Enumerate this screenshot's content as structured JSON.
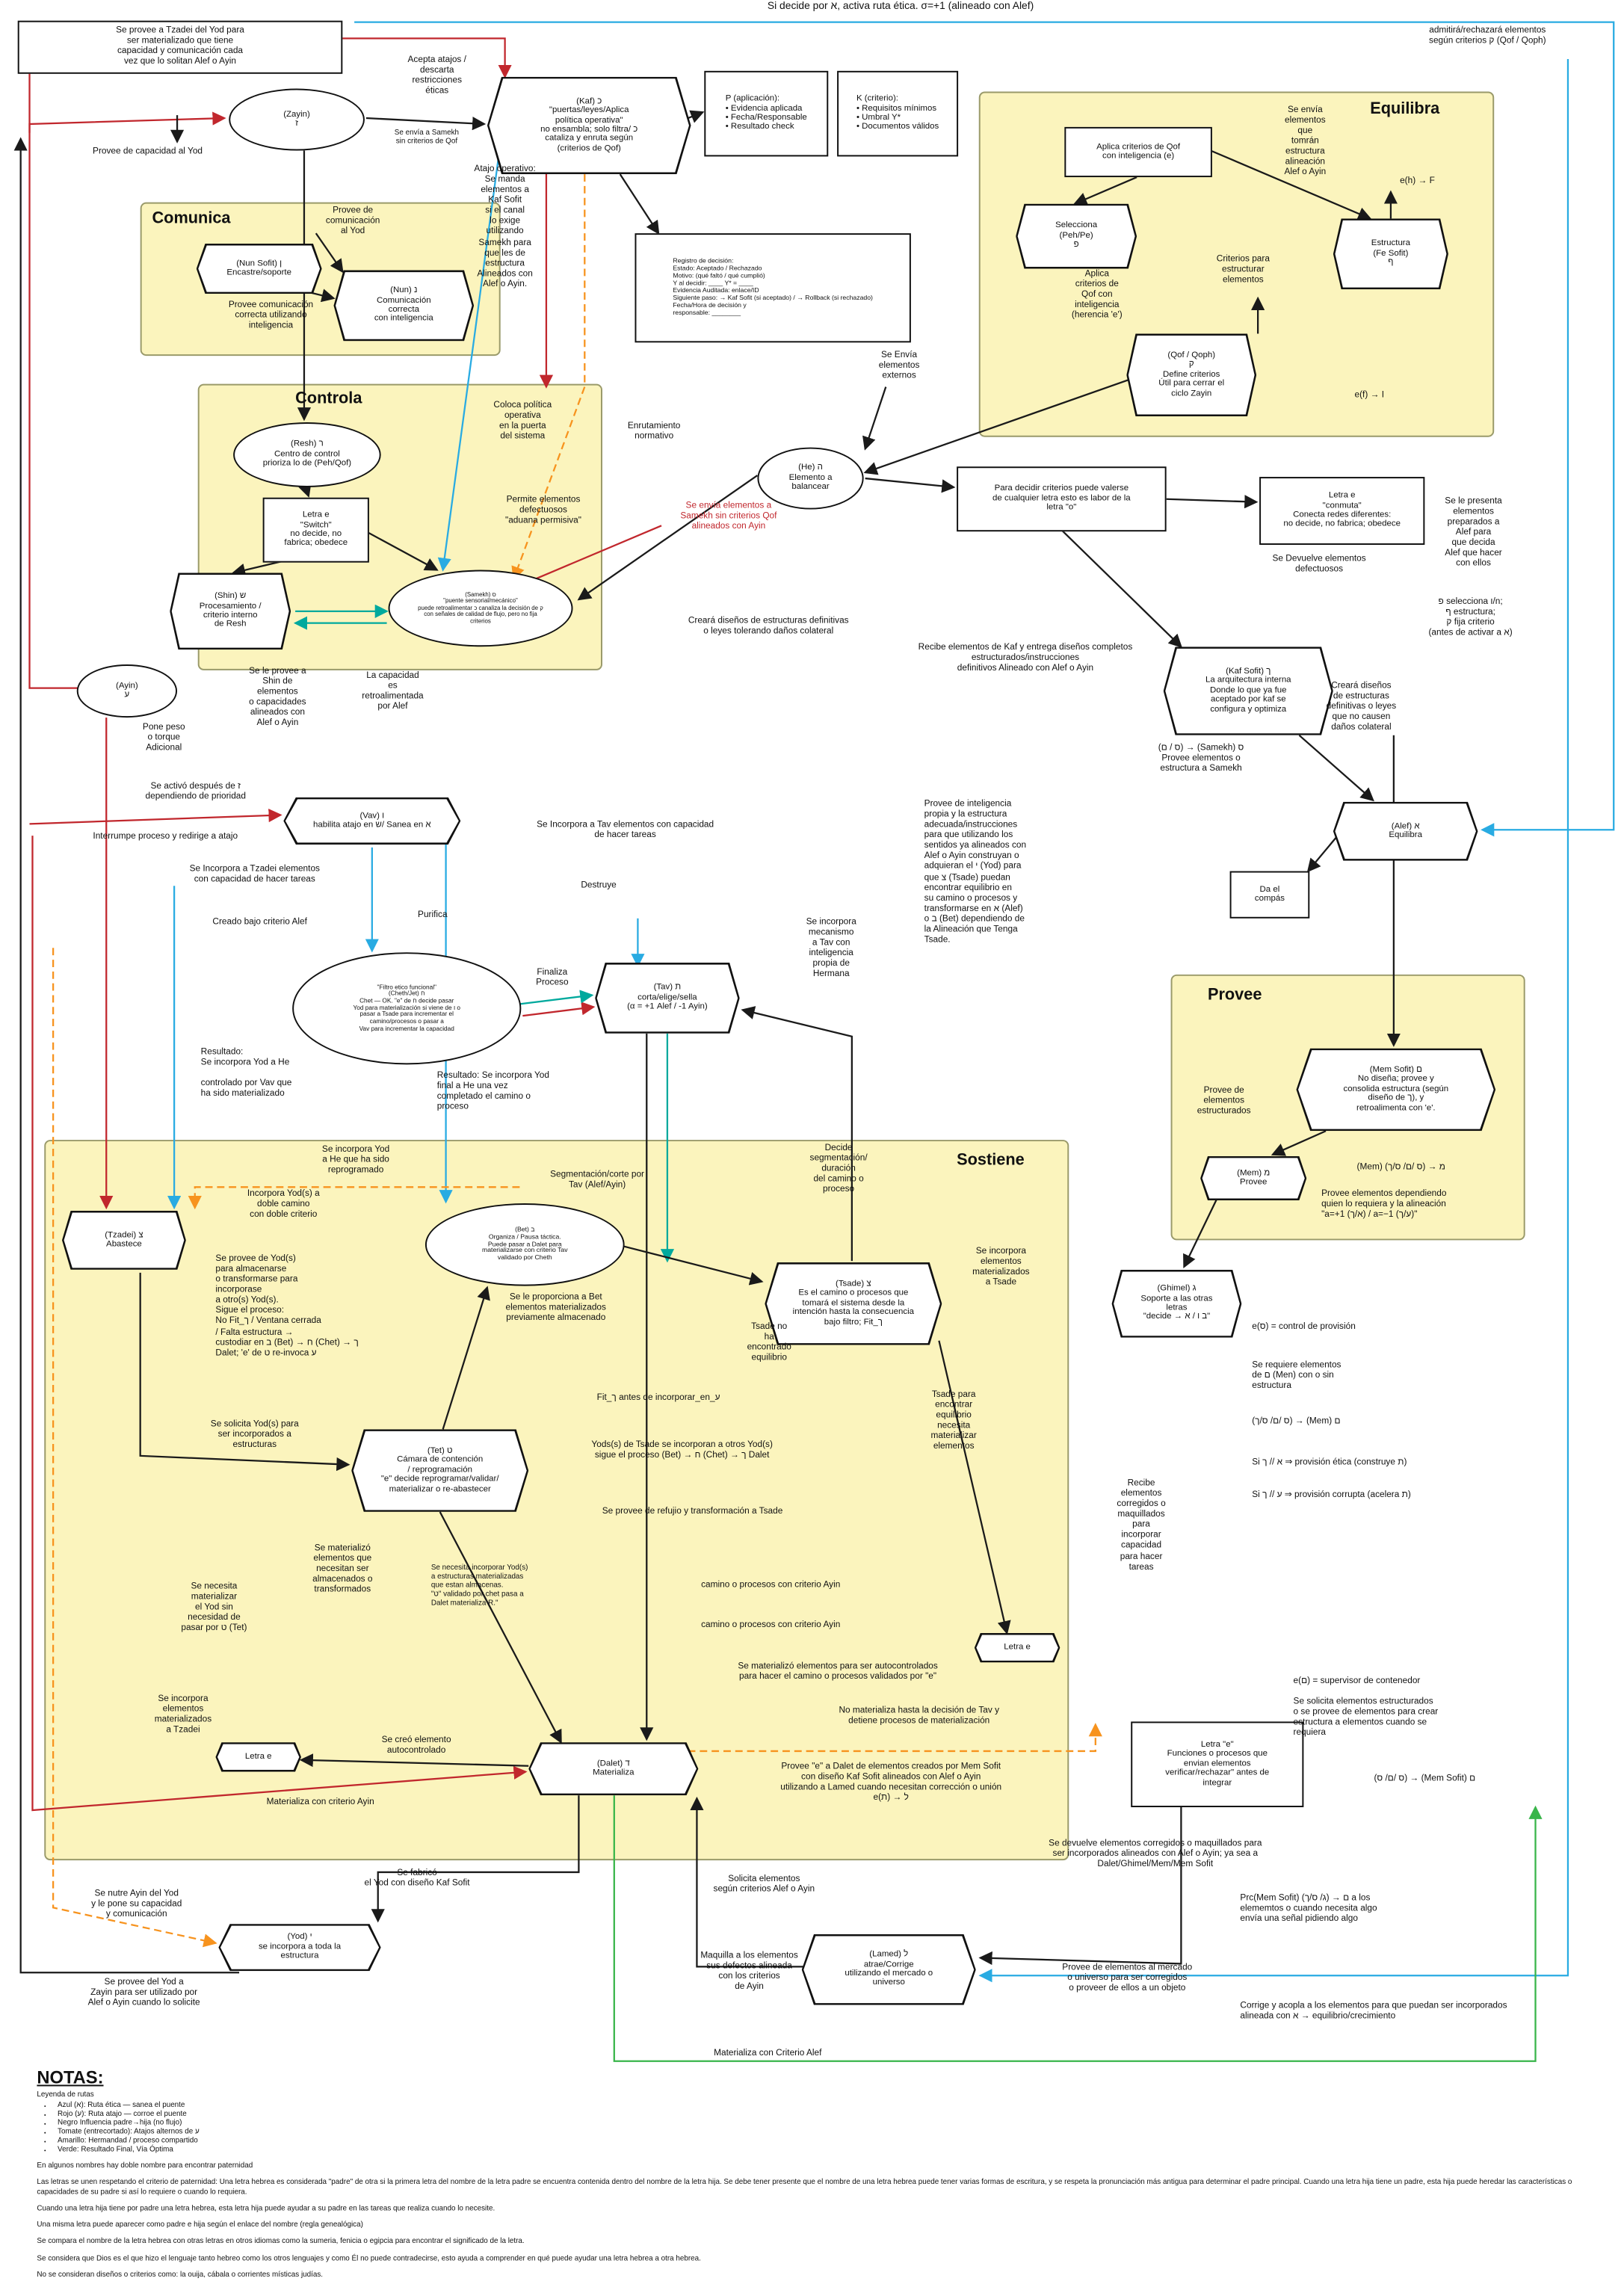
{
  "header": {
    "top_banner": "Si decide por א, activa ruta ética. σ=+1 (alineado con Alef)",
    "top_right_note": "admitirá/rechazará elementos\nsegún criterios ק (Qof / Qoph)"
  },
  "colors": {
    "blue": "#29abe2",
    "red": "#c1272d",
    "black": "#1a1a1a",
    "orange_dashed": "#f7931e",
    "teal": "#00a99d",
    "green": "#39b54a",
    "region_fill": "#fbf4bd"
  },
  "regions": {
    "comunica": "Comunica",
    "controla": "Controla",
    "equilibra": "Equilibra",
    "sostiene": "Sostiene",
    "provee": "Provee"
  },
  "nodes": {
    "zayin": "(Zayin)\nז",
    "kaf": "(Kaf) כ\n\"puertas/leyes/Aplica\npolítica operativa\"\nno ensambla; solo filtra/ כ\ncataliza y enruta según\n(criterios de Qof)",
    "nun_sofit": "(Nun Sofit) ן\nEncastre/soporte",
    "nun": "(Nun) נ\nComunicación\ncorrecta\ncon inteligencia",
    "resh": "(Resh) ר\nCentro de control\nprioriza lo de (Peh/Qof)",
    "letra_e_switch": "Letra e\n\"Switch\"\nno decide, no\nfabrica; obedece",
    "shin": "(Shin) ש\nProcesamiento /\ncriterio interno\nde Resh",
    "samekh": "(Samekh) ס\n\"puente sensorial/mecánico\"\npuede retroalimentar כ canaliza la decisión de ק\ncon señales de calidad de flujo, pero no fija\ncriterios",
    "ayin": "(Ayin)\nע",
    "he": "(He) ה\nElemento a\nbalancear",
    "peh": "Selecciona\n(Peh/Pe)\nפ",
    "fe_sofit": "Estructura\n(Fe Sofit)\nף",
    "qof": "(Qof / Qoph)\nק\nDefine criterios\nÚtil para cerrar el\nciclo Zayin",
    "letra_e_conmuta": "Letra e\n\"conmuta\"\nConecta redes diferentes:\nno decide, no fabrica; obedece",
    "para_decidir": "Para decidir criterios puede valerse\nde cualquier letra esto es labor de la\nletra \"o\"",
    "kaf_sofit": "(Kaf Sofit) ך\nLa arquitectura interna\nDonde lo que ya fue\naceptado por kaf se\nconfigura y optimiza",
    "alef": "(Alef) א\nEquilibra",
    "da_compas": "Da el\ncompás",
    "vav": "(Vav) ו\nhabilita atajo en ש/  Sanea en א",
    "cheth": "\"Filtro etico funcional\"\n(Cheth/Jet) ח\nChet — OK. \"e\" de ח decide pasar\nYod para materialización si viene de ו o\npasar a Tsade para incrementar el\ncamino/procesos o pasar a\nVav para incrementar la capacidad",
    "tav": "(Tav) ת\ncorta/elige/sella\n(α = +1 Alef / -1 Ayin)",
    "tzadei": "(Tzadei) צ\nAbastece",
    "bet": "(Bet) ב\nOrganiza / Pausa táctica.\nPuede pasar a Dalet para\nmaterializarse con criterio Tav\nvalidado por Cheth",
    "tsade": "(Tsade) צ\nEs el camino o procesos que\ntomará el sistema desde la\nintención hasta la consecuencia\nbajo filtro; Fit_ך",
    "tet": "(Tet) ט\nCámara de contención\n/ reprogramación\n\"e\" decide reprogramar/validar/\nmaterializar o re-abastecer",
    "dalet": "(Dalet) ד\nMaterializa",
    "mem_sofit": "(Mem Sofit) ם\nNo diseña; provee y\nconsolida estructura (según\ndiseño de ך), y\nretroalimenta con 'e'.",
    "mem": "(Mem) מ\nProvee",
    "ghimel": "(Ghimel) ג\nSoporte a las otras\nletras\n\"decide → ב ו / א\"",
    "letra_e_funciones": "Letra \"e\"\nFunciones o procesos que\nenvian elementos\nverificar/rechazar\" antes de\nintegrar",
    "lamed": "(Lamed) ל\natrae/Corrige\nutilizando el mercado o\nuniverso",
    "yod": "(Yod) י\nse incorpora a toda la\nestructura",
    "letra_e_small1": "Letra e",
    "letra_e_small2": "Letra e",
    "p_box": "P (aplicación):\n• Evidencia aplicada\n• Fecha/Responsable\n• Resultado check",
    "k_box": "K (criterio):\n• Requisitos mínimos\n• Umbral Y*\n• Documentos válidos",
    "registro": "Registro de decisión:\nEstado: Aceptado / Rechazado\nMotivo: (qué faltó / qué cumplió)\nY al decidir: ____  Y* = ____\nEvidencia Auditada: enlace/ID\nSiguiente paso: → Kaf Sofit (si aceptado) / → Rollback (si rechazado)\nFecha/Hora de decisión y\nresponsable: ________",
    "aplica_qof_e": "Aplica criterios de Qof\ncon inteligencia (e)"
  },
  "labels": {
    "prov_tzadei_top": "Se provee a Tzadei del Yod para\nser materializado que tiene\ncapacidad  y comunicación cada\nvez que lo solitan Alef o Ayin",
    "prov_capacidad_yod": "Provee de capacidad al Yod",
    "acepta_atajos": "Acepta atajos /\ndescarta\nrestricciones\néticas",
    "envia_samekh_sin_qof": "Se envía a Samekh\nsin criterios de Qof",
    "atajo_operativo": "Atajo operativo:\nSe manda\nelementos a\nKaf Sofit\nsi el canal\nlo exige\nutilizando\nSamekh para\nque les de\nestructura\nAlineados con\nAlef o Ayin.",
    "envia_elem_estructura": "Se envía\nelementos\nque\ntomrán\nestructura\nalineación\nAlef o Ayin",
    "eh_f": "e(h) → F",
    "aplica_qof_herencia": "Aplica\ncriterios de\nQof con\ninteligencia\n(herencia 'e')",
    "criterios_estructurar": "Criterios para\nestructurar\nelementos",
    "ef_i": "e(f) → I",
    "envia_externos": "Se Envía\nelementos\nexternos",
    "comunica_prov_yod": "Provee de\ncomunicación\nal Yod",
    "comunica_prov_intel": "Provee comunicación\ncorrecta utilizando\ninteligencia",
    "coloca_politica": "Coloca política\noperativa\nen la puerta\ndel sistema",
    "permite_defectuosos": "Permite elementos\ndefectuosos\n\"aduana permisiva\"",
    "enrutamiento": "Enrutamiento\nnormativo",
    "envia_samekh_ayin": "Se envía elementos a\nSamekh sin criterios Qof\nalineados con Ayin",
    "devuelve_defectuosos": "Se Devuelve elementos\ndefectuosos",
    "presenta_alef": "Se le presenta\nelementos\npreparados a\nAlef para\nque decida\nAlef que hacer\ncon ellos",
    "pe_selecciona": "פ selecciona ו/n;\nף estructura;\nק fija criterio\n(antes de activar a א)",
    "creara_tolerando": "Creará diseños de estructuras definitivas\no leyes tolerando daños colateral",
    "recibe_kaf_entrega": "Recibe elementos de Kaf y entrega diseños completos\nestructurados/instrucciones\ndefinitivos Alineado con Alef o Ayin",
    "creara_no_causen": "Creará diseños\nde estructuras\ndefinitivas o leyes\nque no causen\ndaños colateral",
    "samekh_prov": "(ס / ם) → (Samekh) ס\nProvee elementos o\nestructura a Samekh",
    "pone_peso": "Pone peso\no  torque\nAdicional",
    "activo_despues": "Se activó después de ז\ndependiendo de prioridad",
    "provee_shin": "Se le provee a\nShin de\nelementos\no capacidades\nalineados con\nAlef o Ayin",
    "capacidad_retro": "La capacidad\nes\nretroalimentada\npor Alef",
    "interrumpe": "Interrumpe proceso y redirige a atajo",
    "incorpora_tzadei_cap": "Se Incorpora a Tzadei elementos\ncon capacidad de hacer tareas",
    "creado_alef": "Creado bajo criterio Alef",
    "purifica": "Purifica",
    "destruye": "Destruye",
    "incorpora_tav_cap": "Se Incorpora a Tav elementos con capacidad\nde hacer tareas",
    "finaliza": "Finaliza\nProceso",
    "incorpora_mecanismo": "Se incorpora\nmecanismo\na Tav con\ninteligencia\npropia de\nHermana",
    "provee_inteligencia": "Provee de inteligencia\npropia y la estructura\nadecuada/instrucciones\npara que utilizando los\nsentidos ya alineados con\nAlef o Ayin construyan o\nadquieran el י (Yod) para\nque צ (Tsade) puedan\nencontrar equilibrio en\nsu camino o procesos y\ntransformarse en א (Alef)\no ב (Bet) dependiendo de\nla Alineación que Tenga\nTsade.",
    "resultado_vav": "Resultado:\nSe incorpora Yod a He\n\ncontrolado por Vav que\nha sido materializado",
    "resultado_final": "Resultado: Se incorpora Yod\nfinal a He una vez\ncompletado el camino o\nproceso",
    "yod_reprogramado": "Se incorpora Yod\na He que ha sido\nreprogramado",
    "segmentacion": "Segmentación/corte por\nTav (Alef/Ayin)",
    "decide_segmentacion": "Decide\nsegmentación/\nduración\ndel camino o\nproceso",
    "incorpora_yods_doble": "Incorpora Yod(s) a\ndoble camino\ncon doble criterio",
    "provee_yods_proc": "Se provee de Yod(s)\npara almacenarse\no transformarse para\nincorporase\na otro(s) Yod(s).\nSigue el proceso:\nNo Fit_ך / Ventana cerrada\n/ Falta estructura →\ncustodiar en ב (Bet) → ח (Chet) → ך\nDalet; 'e' de ט re-invoca ע",
    "bet_proporciona": "Se le proporciona a Bet\nelementos materializados\npreviamente almacenado",
    "tsade_no_eq": "Tsade no\nha\nencontrado\nequilibrio",
    "incorpora_materializados_tsade": "Se incorpora\nelementos\nmaterializados\na Tsade",
    "fit_antes": "Fit_ך antes de incorporar_en_ע",
    "yods_tsade": "Yods(s) de Tsade se incorporan a otros Yod(s)\nsigue el proceso  (Bet) → ח (Chet) → ך Dalet",
    "solicita_yods": "Se solicita Yod(s) para\nser incorporados a\nestructuras",
    "refugio": "Se provee de refujio y transformación a Tsade",
    "tsade_equilibrio": "Tsade para\nencontrar\nequilibrio\nnecesita\nmaterializar\nelementos",
    "materializo_almacenados": "Se materializó\nelementos que\nnecesitan ser\nalmacenados o\ntransformados",
    "necesita_incorporar": "Se necesita incorporar Yod(s)\na estructuras materializadas\nque estan almacenas.\n\"ט\" validado por chet pasa a\nDalet materializa R.\"",
    "camino_ayin1": "camino o procesos con criterio Ayin",
    "camino_ayin2": "camino o procesos con criterio Ayin",
    "necesita_materializar": "Se necesita\nmaterializar\nel Yod sin\nnecesidad de\npasar por ט (Tet)",
    "incorpora_materializados_tzadei": "Se incorpora\nelementos\nmaterializados\na Tzadei",
    "creo_autocontrolado": "Se creó elemento\nautocontrolado",
    "materializa_ayin": "Materializa con criterio Ayin",
    "materializo_autocontrolados": "Se materializó elementos para ser autocontrolados\npara hacer el camino o procesos validados por  \"e\"",
    "no_materializa": "No materializa hasta la decisión de Tav y\ndetiene procesos de materialización",
    "provee_e_dalet": "Provee \"e\" a Dalet de elementos creados por Mem Sofit\ncon diseño Kaf Sofit alineados con Alef o Ayin\nutilizando a Lamed cuando necesitan corrección o unión\ne(ת) → ל",
    "provee_estructurados": "Provee de\nelementos\nestructurados",
    "mem_map": "(Mem) מ → (ס /ם/ ס/ך)",
    "provee_dependiendo": "Provee elementos dependiendo\nquien lo requiera y la alineación\n\"a=+1 (א/ך) / a=−1 (ע/ך)\"",
    "e_control": "e(ס) = control de provisión",
    "requiere_elementos": "Se requiere elementos\nde ם (Men) con o sin\nestructura",
    "map_to_mem": "(ס /ם/ ס/ך) → (Mem) ם",
    "si_alef": "Si א // ך ⇒ provisión ética (construye ת)",
    "si_ayin": "Si ע // ך ⇒ provisión corrupta (acelera ת)",
    "recibe_corregidos": "Recibe\nelementos\ncorregidos o\nmaquillados\npara\nincorporar\ncapacidad\npara hacer\ntareas",
    "e_supervisor": "e(ם) = supervisor de contenedor",
    "solicita_estructurados": "Se solicita elementos estructurados\no se provee de elementos para crear\nestructura a elementos cuando se\nrequiera",
    "map_mem_sofit": "(ס /ם/ ס) → (Mem Sofit) ם",
    "devuelve_corregidos": "Se devuelve elementos corregidos o maquillados para\nser incorporados alineados con Alef o Ayin; ya sea a\nDalet/Ghimel/Mem/Mem Sofit",
    "solicita_criterios": "Solicita elementos\nsegún criterios Alef o Ayin",
    "fabrico_yod": "Se fabricó\nel Yod con diseño Kaf Sofit",
    "nutre_ayin": "Se nutre Ayin del Yod\ny le pone su capacidad\ny comunicación",
    "provee_yod_zayin": "Se provee del Yod a\nZayin para ser utilizado por\nAlef o Ayin cuando lo solicite",
    "maquilla": "Maquilla a los elementos\nsus defectos alineada\ncon los criterios\nde Ayin",
    "provee_mercado": "Provee de elementos al mercado\no universo para ser corregidos\no proveer de ellos a un objeto",
    "prc_mem_sofit": "Prc(Mem Sofit) ם → (ג/ ס/ך) a los\nelememtos o cuando necesita algo\nenvía una señal pidiendo algo",
    "corrige_acopla": "Corrige y acopla a los elementos para que puedan ser incorporados\nalineada con א → equilibrio/crecimiento",
    "materializa_alef": "Materializa con Criterio Alef"
  },
  "notes": {
    "title": "NOTAS:",
    "legend_title": "Leyenda de rutas",
    "legend": [
      "Azul (א): Ruta ética — sanea el puente",
      "Rojo (ע): Ruta atajo — corroe el puente",
      "Negro Influencia padre→hija (no flujo)",
      "Tomate (entrecortado): Atajos alternos de ע",
      "Amarillo: Hermandad / proceso compartido",
      "Verde: Resultado Final, Vía Óptima"
    ],
    "paragraphs": [
      "En algunos nombres hay doble nombre para encontrar paternidad",
      "Las letras se unen respetando el criterio de paternidad: Una letra hebrea es considerada \"padre\" de otra si la primera letra del nombre de la letra padre se encuentra contenida dentro del nombre de la letra hija. Se debe tener presente que el nombre de una letra hebrea puede tener varias formas de escritura, y se respeta la pronunciación más antigua para determinar el padre principal. Cuando una letra hija tiene un padre, esta hija puede heredar las características o capacidades de su padre si así lo requiere o cuando lo requiera.",
      "Cuando una letra hija tiene por padre una letra hebrea, esta letra hija puede ayudar a su padre en las tareas que realiza cuando lo necesite.",
      "Una misma letra puede aparecer como padre e hija según el enlace del nombre (regla genealógica)",
      "Se compara el nombre de la letra hebrea con otras letras en otros idiomas como la sumeria, fenicia o egipcia para encontrar el significado de la letra.",
      "Se considera que Dios es el que hizo el lenguaje tanto hebreo como los otros lenguajes y como Él no puede contradecirse, esto ayuda a comprender en qué puede ayudar una letra hebrea a otra hebrea.",
      "No se consideran diseños o criterios como: la ouija, cábala o corrientes místicas judías."
    ]
  }
}
